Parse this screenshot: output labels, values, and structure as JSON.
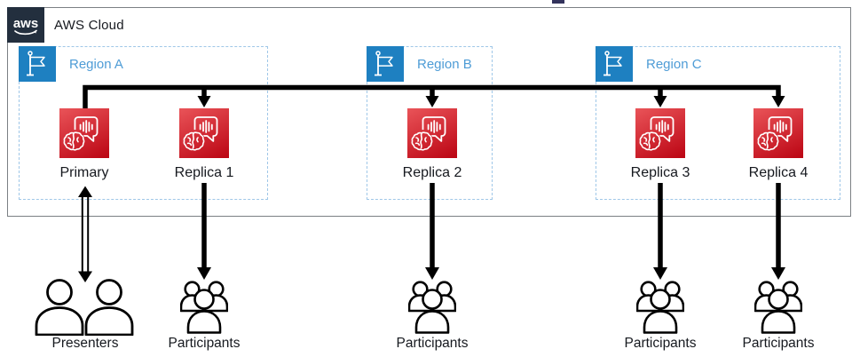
{
  "cloud": {
    "label": "AWS Cloud",
    "logo_text": "aws"
  },
  "regions": [
    {
      "label": "Region A",
      "nodes": [
        "Primary",
        "Replica 1"
      ]
    },
    {
      "label": "Region B",
      "nodes": [
        "Replica 2"
      ]
    },
    {
      "label": "Region C",
      "nodes": [
        "Replica 3",
        "Replica 4"
      ]
    }
  ],
  "actors": [
    {
      "label": "Presenters"
    },
    {
      "label": "Participants"
    },
    {
      "label": "Participants"
    },
    {
      "label": "Participants"
    },
    {
      "label": "Participants"
    }
  ],
  "connections": [
    {
      "from": "Primary",
      "to": "Replica 1",
      "type": "arrow"
    },
    {
      "from": "Primary",
      "to": "Replica 2",
      "type": "arrow"
    },
    {
      "from": "Primary",
      "to": "Replica 3",
      "type": "arrow"
    },
    {
      "from": "Primary",
      "to": "Replica 4",
      "type": "arrow"
    },
    {
      "from": "Primary",
      "to": "Presenters",
      "type": "bidirectional-arrow"
    },
    {
      "from": "Replica 1",
      "to": "Participants",
      "type": "arrow"
    },
    {
      "from": "Replica 2",
      "to": "Participants",
      "type": "arrow"
    },
    {
      "from": "Replica 3",
      "to": "Participants",
      "type": "arrow"
    },
    {
      "from": "Replica 4",
      "to": "Participants",
      "type": "arrow"
    }
  ],
  "icons": {
    "logo": "aws-logo",
    "region": "flag-icon",
    "service": "amazon-lex-icon",
    "presenters": "two-users-icon",
    "participants": "user-group-icon"
  },
  "colors": {
    "cloud_border": "#7B8084",
    "logo_bg": "#232F3E",
    "region_fill_blue": "#1E80C1",
    "region_text_blue": "#4E9CD6",
    "region_border_blue": "#9FC7E8",
    "service_red_light": "#E95358",
    "service_red_dark": "#BD0816",
    "connector_black": "#000000",
    "text_black": "#16191F"
  }
}
